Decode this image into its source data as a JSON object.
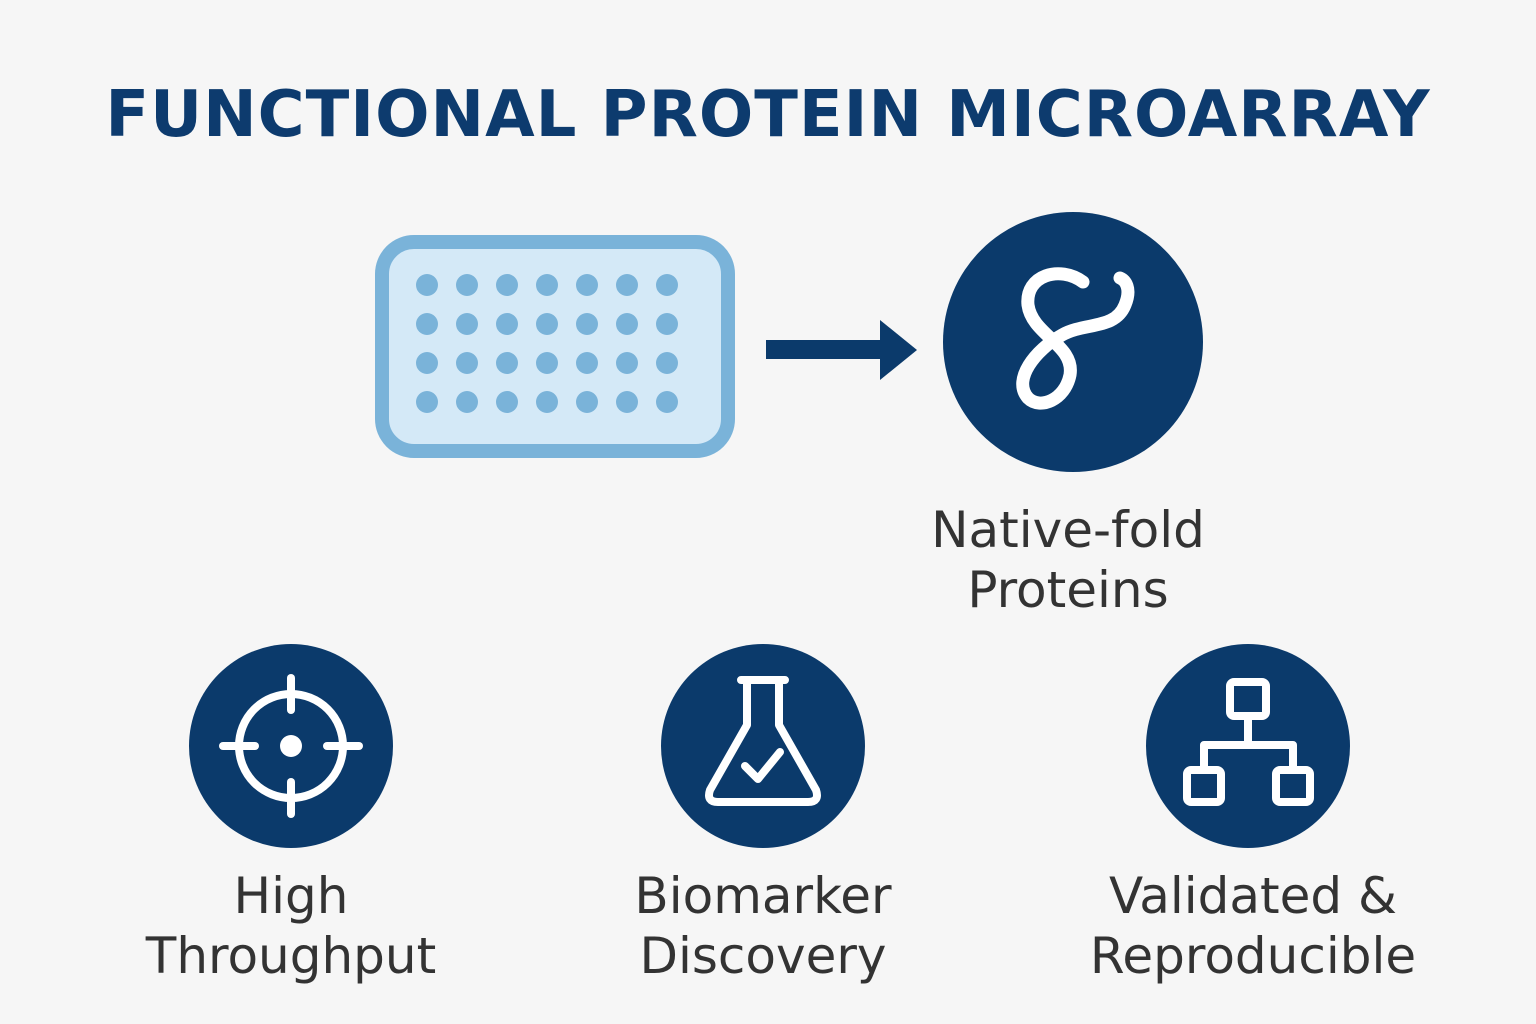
{
  "title": "FUNCTIONAL PROTEIN MICROARRAY",
  "colors": {
    "navy": "#0b3a6b",
    "slide_border": "#7ab3d9",
    "slide_fill": "#d4e9f7",
    "text": "#333333"
  },
  "microarray": {
    "rows": 4,
    "columns": 7
  },
  "native_fold": {
    "icon": "protein-fold-icon",
    "line1": "Native-fold",
    "line2": "Proteins"
  },
  "features": [
    {
      "icon": "crosshair-target-icon",
      "line1": "High",
      "line2": "Throughput"
    },
    {
      "icon": "flask-check-icon",
      "line1": "Biomarker",
      "line2": "Discovery"
    },
    {
      "icon": "hierarchy-network-icon",
      "line1": "Validated &",
      "line2": "Reproducible"
    }
  ]
}
